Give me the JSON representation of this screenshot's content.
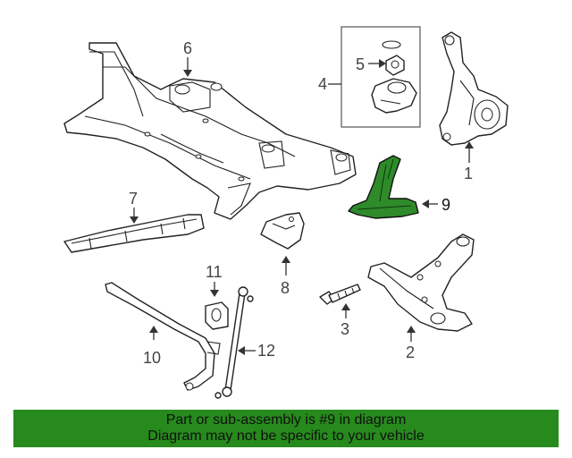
{
  "diagram": {
    "callouts": [
      "1",
      "2",
      "3",
      "4",
      "5",
      "6",
      "7",
      "8",
      "9",
      "10",
      "11",
      "12"
    ],
    "highlight_part": "9"
  },
  "banner": {
    "line1": "Part or sub-assembly is #9 in diagram",
    "line2": "Diagram may not be specific to your vehicle",
    "background": "#268a1c"
  },
  "colors": {
    "highlight": "#2f8a2a",
    "lines": "#222222"
  }
}
